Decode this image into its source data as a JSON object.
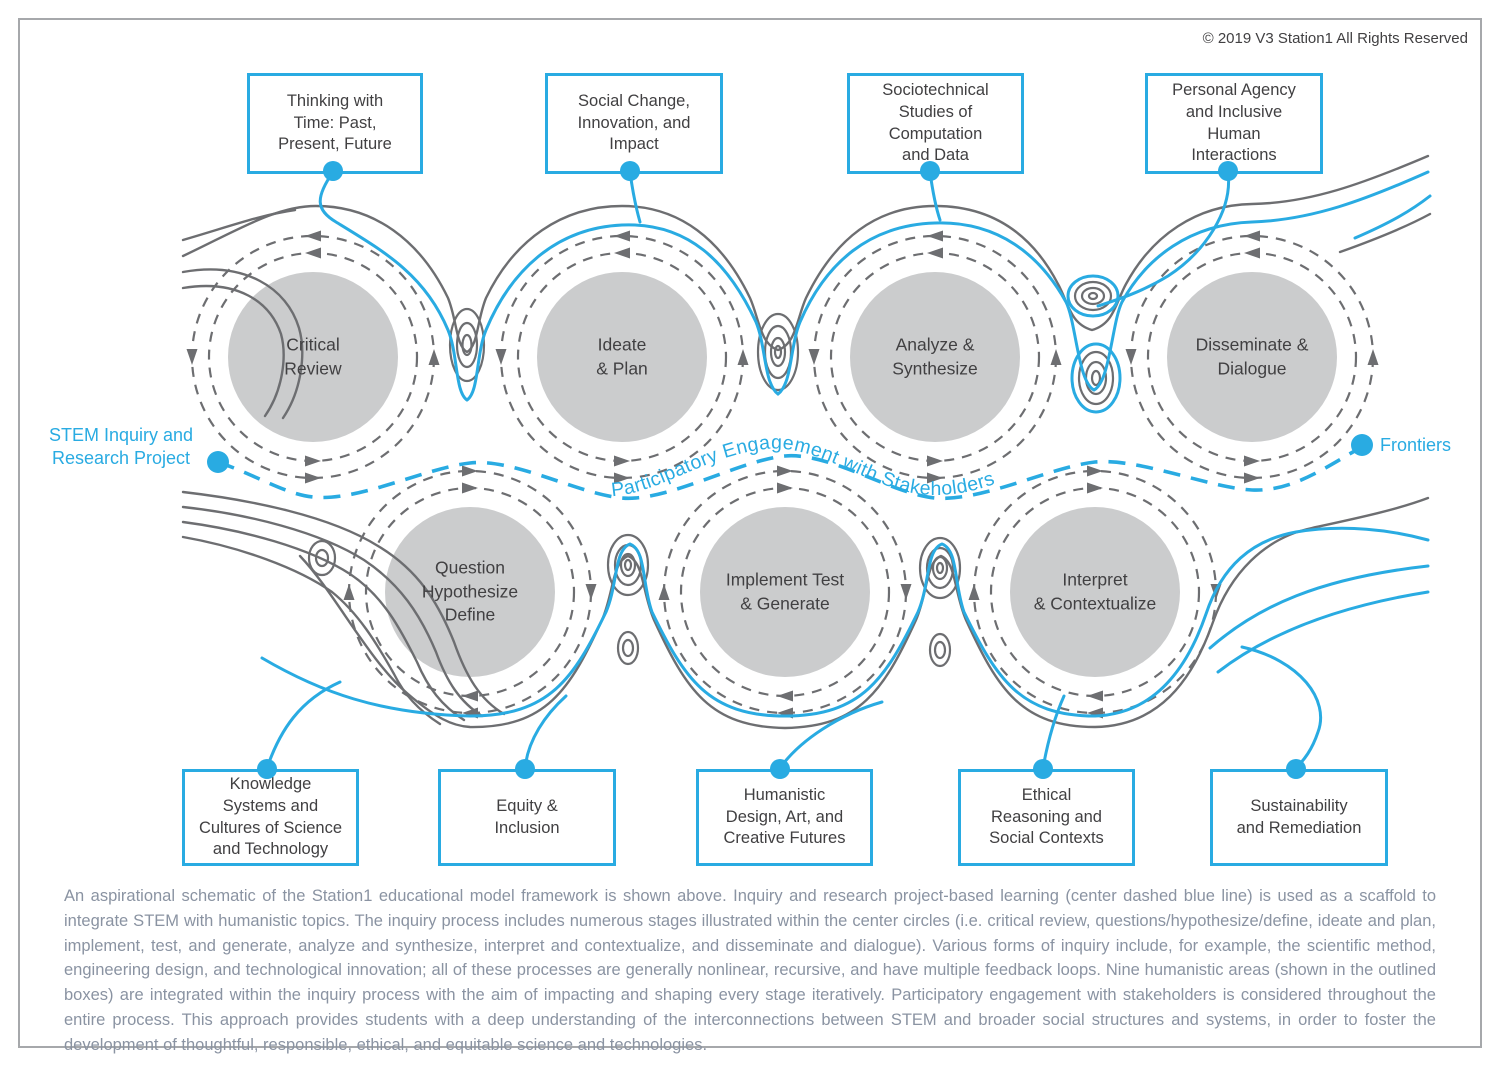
{
  "copyright": "© 2019 V3 Station1 All Rights Reserved",
  "labels": {
    "left": "STEM Inquiry and\nResearch Project",
    "right": "Frontiers",
    "flow": "Participatory Engagement with Stakeholders"
  },
  "top_boxes": [
    "Thinking with\nTime: Past,\nPresent, Future",
    "Social Change,\nInnovation, and\nImpact",
    "Sociotechnical\nStudies of\nComputation\nand Data",
    "Personal Agency\nand Inclusive\nHuman\nInteractions"
  ],
  "stages": [
    "Critical\nReview",
    "Ideate\n& Plan",
    "Analyze &\nSynthesize",
    "Disseminate &\nDialogue",
    "Question\nHypothesize\nDefine",
    "Implement Test\n& Generate",
    "Interpret\n& Contextualize"
  ],
  "bottom_boxes": [
    "Knowledge\nSystems and\nCultures of Science\nand Technology",
    "Equity &\nInclusion",
    "Humanistic\nDesign, Art, and\nCreative Futures",
    "Ethical\nReasoning and\nSocial Contexts",
    "Sustainability\nand Remediation"
  ],
  "caption": "An aspirational schematic of the Station1 educational model framework is shown above. Inquiry and research project-based learning (center dashed blue line) is used as a scaffold to integrate STEM with humanistic topics. The inquiry process includes numerous stages illustrated within the center circles (i.e. critical review, questions/hypothesize/define, ideate and plan, implement, test, and generate, analyze and synthesize, interpret and contextualize, and disseminate and dialogue). Various forms of inquiry include, for example, the scientific method, engineering design, and technological innovation; all of these processes are generally nonlinear, recursive, and have multiple feedback loops. Nine humanistic areas (shown in the outlined boxes) are integrated within the inquiry process with the aim of impacting and shaping every stage iteratively. Participatory engagement with stakeholders is considered throughout the entire process. This approach provides students with a deep understanding of the interconnections between STEM and broader social structures and systems, in order to foster the development of thoughtful, responsible, ethical, and equitable science and technologies.",
  "colors": {
    "accent_blue": "#29abe2",
    "line_gray": "#6d6e71",
    "circle_fill": "#cbcccd",
    "text_dark": "#414042",
    "caption_gray": "#8a93a2",
    "border_gray": "#a6a8ab"
  }
}
